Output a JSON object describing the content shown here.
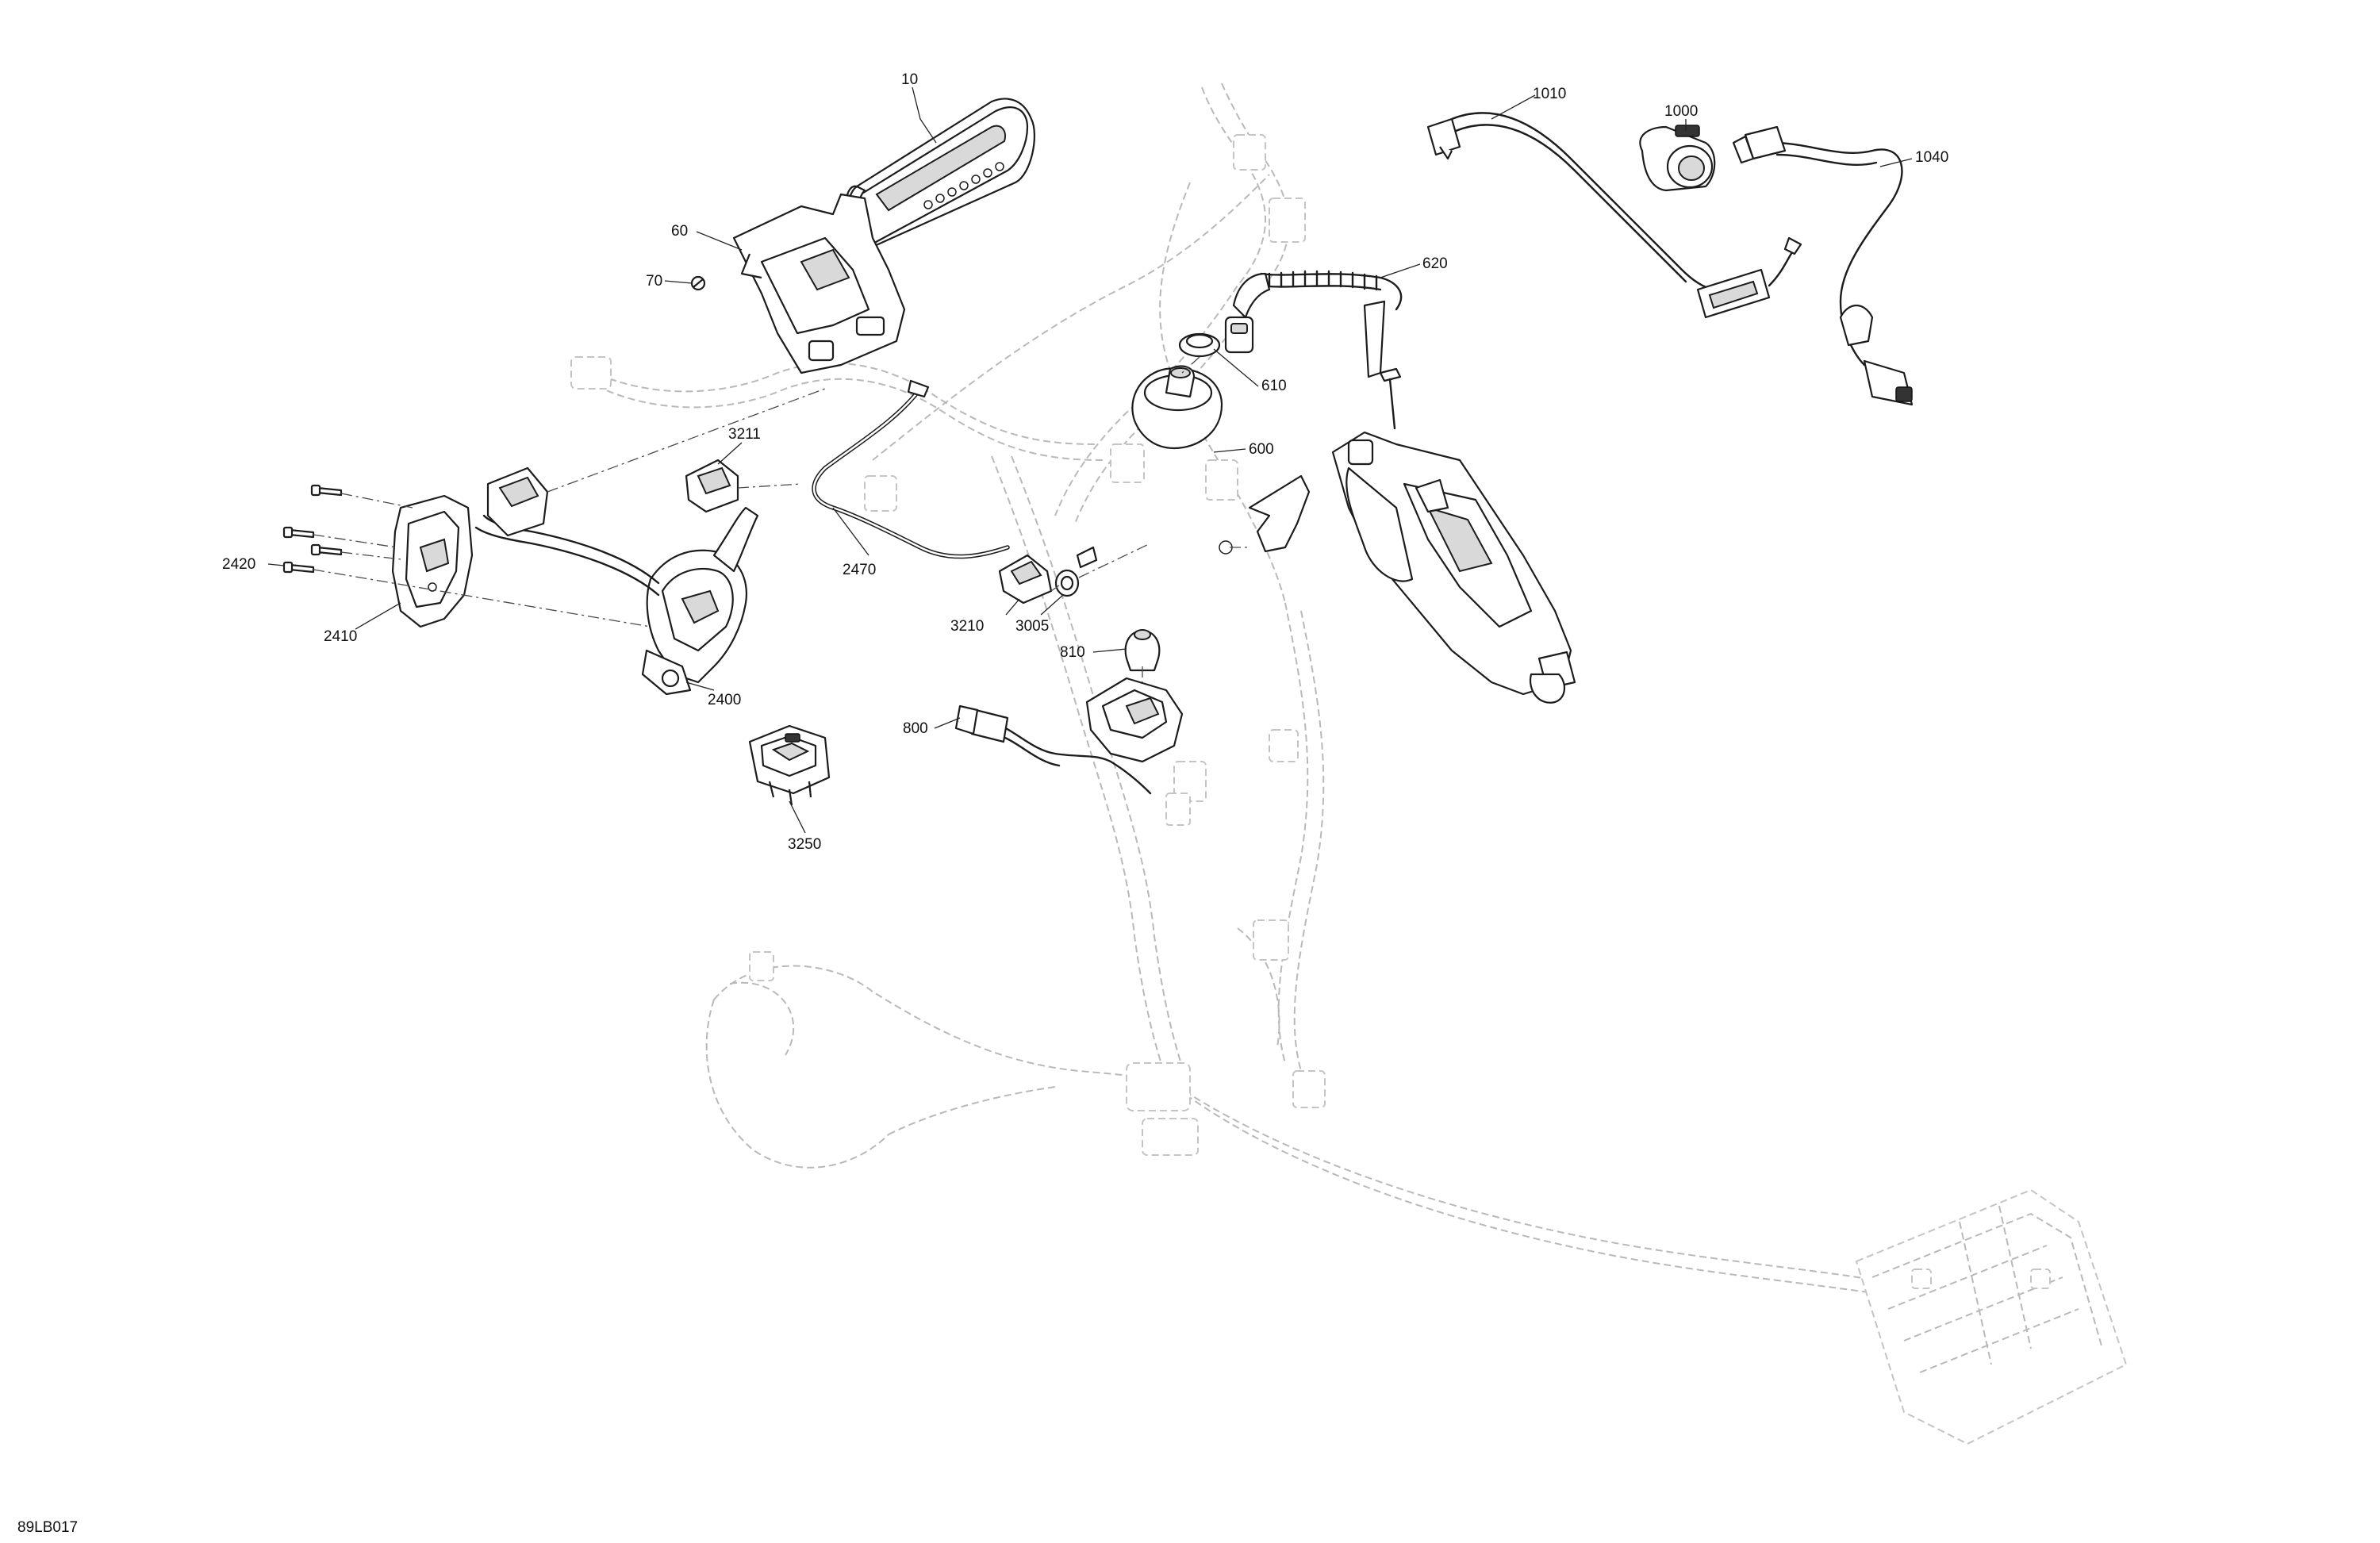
{
  "drawing_code": "89LB017",
  "callouts": [
    {
      "id": "c10",
      "label": "10"
    },
    {
      "id": "c60",
      "label": "60"
    },
    {
      "id": "c70",
      "label": "70"
    },
    {
      "id": "c620",
      "label": "620"
    },
    {
      "id": "c610",
      "label": "610"
    },
    {
      "id": "c600",
      "label": "600"
    },
    {
      "id": "c1010",
      "label": "1010"
    },
    {
      "id": "c1000",
      "label": "1000"
    },
    {
      "id": "c1040",
      "label": "1040"
    },
    {
      "id": "c3211",
      "label": "3211"
    },
    {
      "id": "c2470",
      "label": "2470"
    },
    {
      "id": "c3210",
      "label": "3210"
    },
    {
      "id": "c3005",
      "label": "3005"
    },
    {
      "id": "c810",
      "label": "810"
    },
    {
      "id": "c800",
      "label": "800"
    },
    {
      "id": "c2420",
      "label": "2420"
    },
    {
      "id": "c2410",
      "label": "2410"
    },
    {
      "id": "c2400",
      "label": "2400"
    },
    {
      "id": "c3250",
      "label": "3250"
    }
  ]
}
